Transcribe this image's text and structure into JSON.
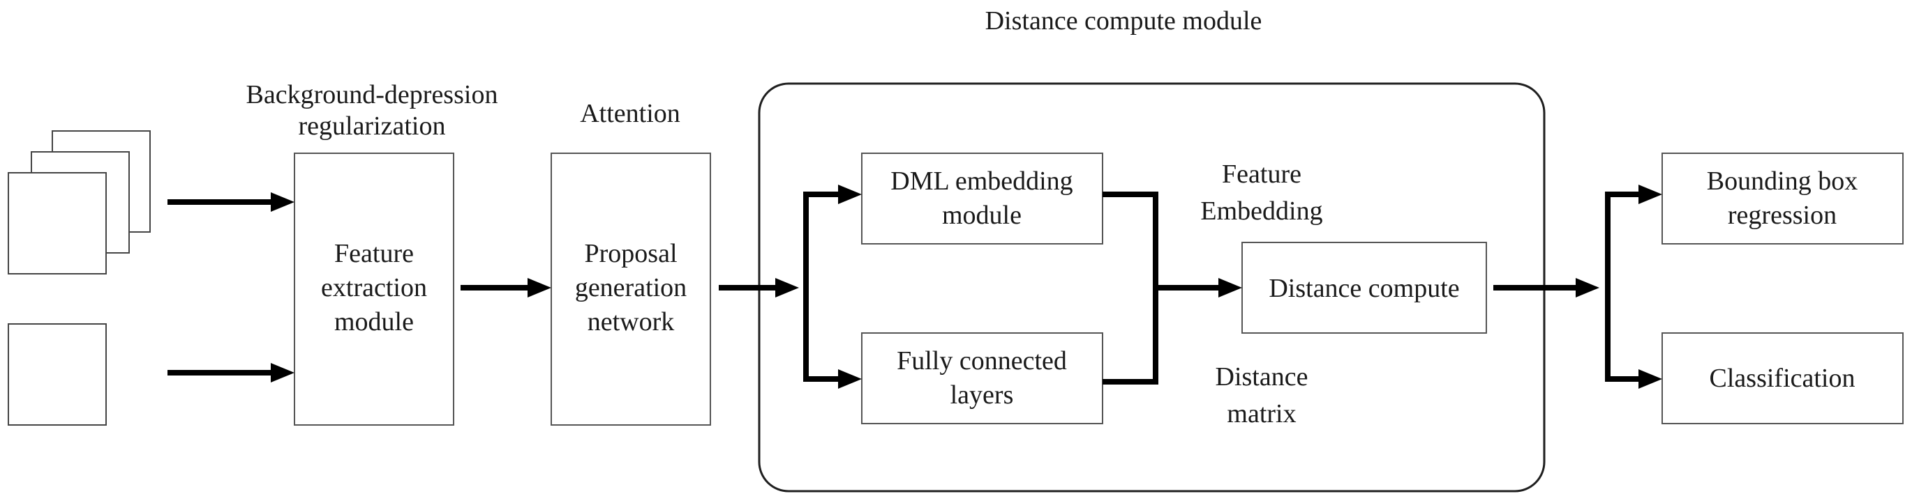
{
  "labels": {
    "module_title": "Distance compute module",
    "bg_reg_line1": "Background-depression",
    "bg_reg_line2": "regularization",
    "attention": "Attention",
    "feature_embedding_line1": "Feature",
    "feature_embedding_line2": "Embedding",
    "distance_matrix_line1": "Distance",
    "distance_matrix_line2": "matrix"
  },
  "boxes": {
    "feature_extraction": [
      "Feature",
      "extraction",
      "module"
    ],
    "proposal_generation": [
      "Proposal",
      "generation",
      "network"
    ],
    "dml_embedding": [
      "DML embedding",
      "module"
    ],
    "fully_connected": [
      "Fully connected",
      "layers"
    ],
    "distance_compute": [
      "Distance compute"
    ],
    "bbox_regression": [
      "Bounding box",
      "regression"
    ],
    "classification": [
      "Classification"
    ]
  }
}
